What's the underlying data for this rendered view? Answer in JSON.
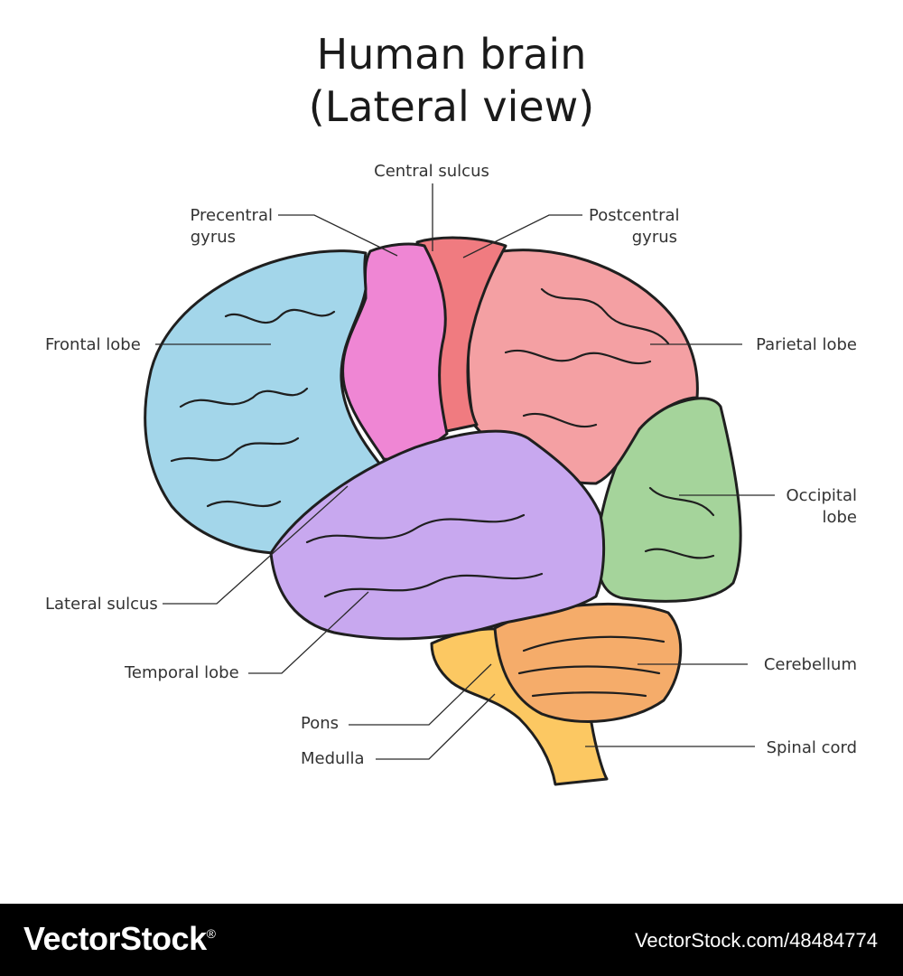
{
  "title": {
    "line1": "Human brain",
    "line2": "(Lateral view)"
  },
  "labels": {
    "central_sulcus": "Central sulcus",
    "precentral_gyrus": [
      "Precentral",
      "gyrus"
    ],
    "postcentral_gyrus": [
      "Postcentral",
      "gyrus"
    ],
    "frontal_lobe": "Frontal lobe",
    "parietal_lobe": "Parietal lobe",
    "occipital_lobe": [
      "Occipital",
      "lobe"
    ],
    "lateral_sulcus": "Lateral sulcus",
    "temporal_lobe": "Temporal lobe",
    "cerebellum": "Cerebellum",
    "pons": "Pons",
    "medulla": "Medulla",
    "spinal_cord": "Spinal cord"
  },
  "colors": {
    "frontal": "#a3d6ea",
    "precentral": "#ef86d4",
    "postcentral": "#f07b80",
    "parietal": "#f4a0a3",
    "occipital": "#a5d49b",
    "temporal": "#c8a8ef",
    "cerebellum": "#f5ac6a",
    "brainstem": "#fcc862",
    "outline": "#1f1f1f"
  },
  "footer": {
    "brand": "VectorStock",
    "registered": "®",
    "id": "VectorStock.com/48484774"
  }
}
